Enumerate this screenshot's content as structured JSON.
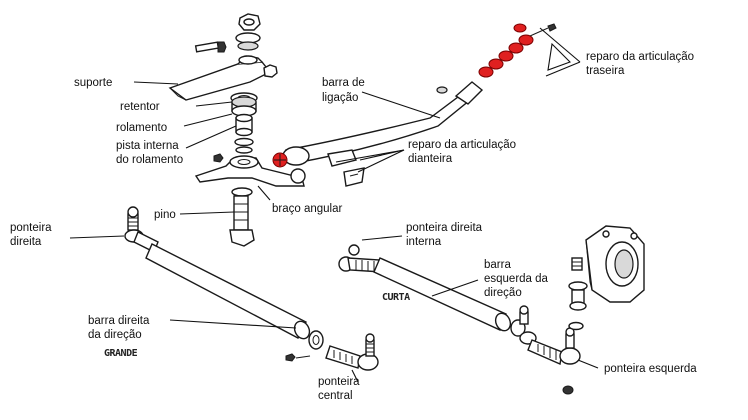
{
  "labels": {
    "suporte": "suporte",
    "retentor": "retentor",
    "rolamento": "rolamento",
    "pista_1": "pista interna",
    "pista_2": "do rolamento",
    "pino": "pino",
    "braco_angular": "braço angular",
    "barra_ligacao_1": "barra de",
    "barra_ligacao_2": "ligação",
    "reparo_traseira_1": "reparo da articulação",
    "reparo_traseira_2": "traseira",
    "reparo_dianteira_1": "reparo da articulação",
    "reparo_dianteira_2": "dianteira",
    "ponteira_direita_1": "ponteira",
    "ponteira_direita_2": "direita",
    "ponteira_direita_interna_1": "ponteira direita",
    "ponteira_direita_interna_2": "interna",
    "barra_esquerda_1": "barra",
    "barra_esquerda_2": "esquerda da",
    "barra_esquerda_3": "direção",
    "barra_direita_1": "barra direita",
    "barra_direita_2": "da direção",
    "ponteira_central_1": "ponteira",
    "ponteira_central_2": "central",
    "ponteira_esquerda": "ponteira  esquerda"
  },
  "annotations": {
    "handwritten_left": "GRANDE",
    "handwritten_right": "CURTA"
  },
  "colors": {
    "highlight": "#e02020",
    "ink": "#1a1a1a"
  }
}
